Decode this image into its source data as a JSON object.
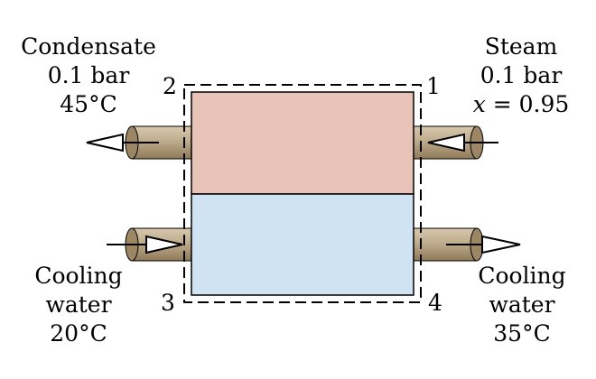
{
  "diagram": {
    "colors": {
      "hot_section": "#e8c3b7",
      "cold_section": "#d0e3f3",
      "pipe": "#bfac8e",
      "pipe_dark": "#8f7a57",
      "outline": "#000000"
    },
    "condensate": {
      "name": "Condensate",
      "pressure": "0.1 bar",
      "temperature": "45°C"
    },
    "steam": {
      "name": "Steam",
      "pressure": "0.1 bar",
      "quality_var": "x",
      "quality_rest": " = 0.95"
    },
    "cooling_in": {
      "line1": "Cooling",
      "line2": "water",
      "temperature": "20°C"
    },
    "cooling_out": {
      "line1": "Cooling",
      "line2": "water",
      "temperature": "35°C"
    },
    "states": {
      "s1": "1",
      "s2": "2",
      "s3": "3",
      "s4": "4"
    }
  }
}
